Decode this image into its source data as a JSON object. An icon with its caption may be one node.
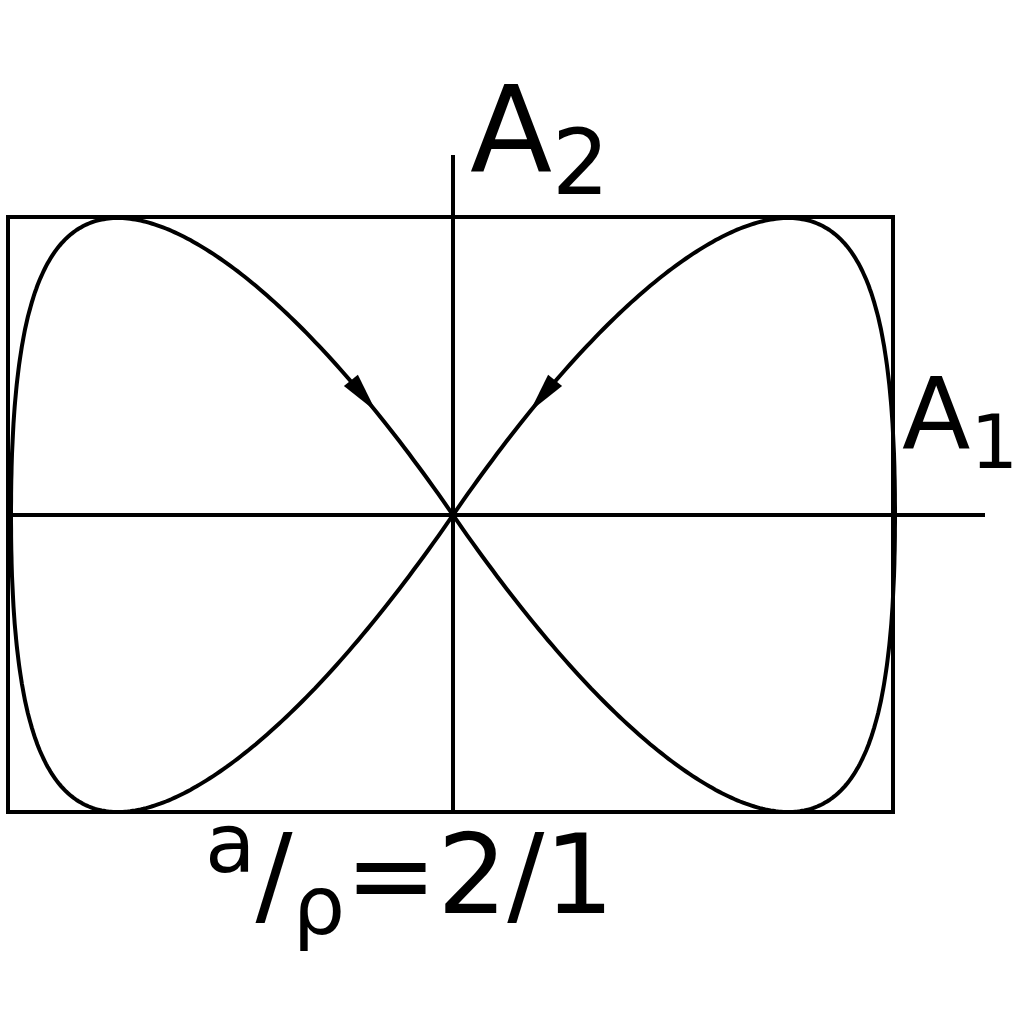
{
  "diagram": {
    "labels": [
      "A$_{2}$",
      "A$_{1}$",
      "$^{a}$/$_{ρ}$=2/1"
    ]
  }
}
